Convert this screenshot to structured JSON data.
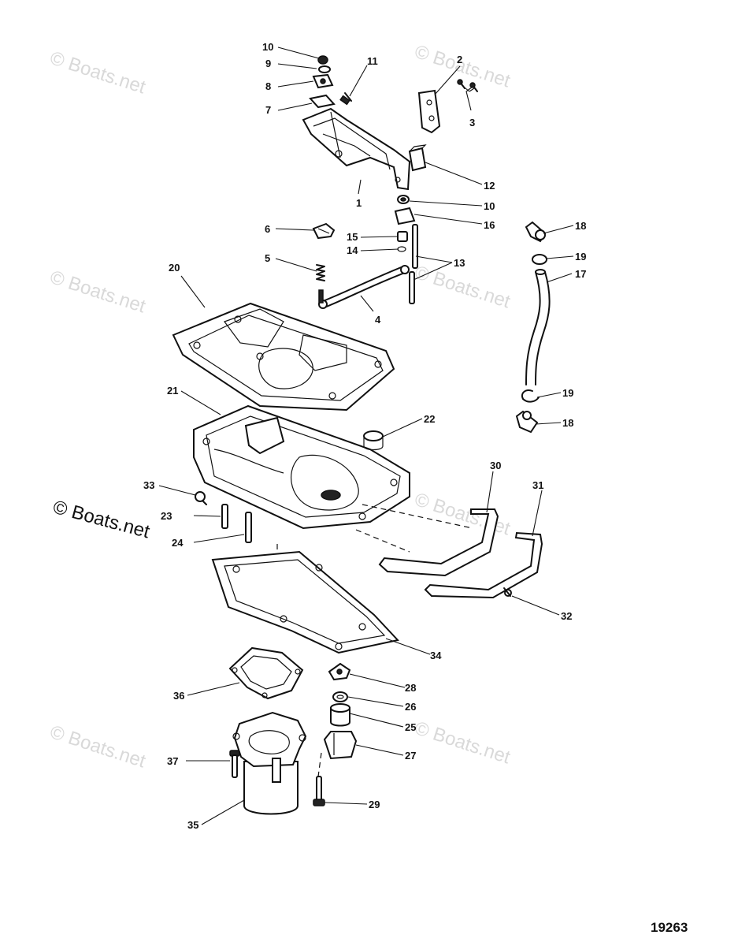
{
  "watermark": {
    "text": "© Boats.net"
  },
  "diagram_number": "19263",
  "callouts": {
    "c1": "1",
    "c2": "2",
    "c3": "3",
    "c4": "4",
    "c5": "5",
    "c6": "6",
    "c7": "7",
    "c8": "8",
    "c9": "9",
    "c10a": "10",
    "c10b": "10",
    "c11": "11",
    "c12": "12",
    "c13": "13",
    "c14": "14",
    "c15": "15",
    "c16": "16",
    "c17": "17",
    "c18a": "18",
    "c18b": "18",
    "c19a": "19",
    "c19b": "19",
    "c20": "20",
    "c21": "21",
    "c22": "22",
    "c23": "23",
    "c24": "24",
    "c25": "25",
    "c26": "26",
    "c27": "27",
    "c28": "28",
    "c29": "29",
    "c30": "30",
    "c31": "31",
    "c32": "32",
    "c33": "33",
    "c34": "34",
    "c35": "35",
    "c36": "36",
    "c37": "37"
  }
}
